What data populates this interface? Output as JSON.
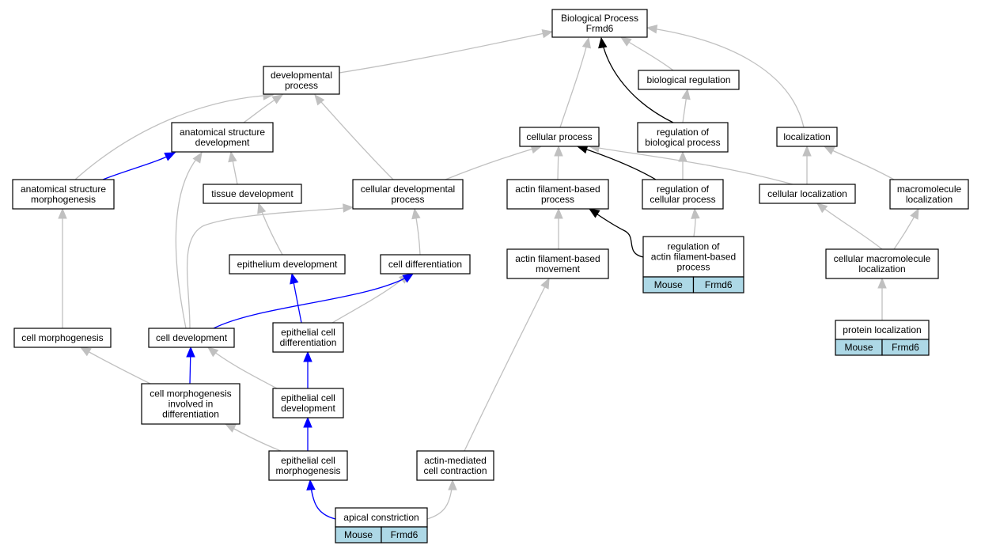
{
  "graph": {
    "colors": {
      "is_a": "#c0c0c0",
      "part_of": "#0000ff",
      "regulates": "#000000",
      "annotation_bg": "#add8e6"
    },
    "nodes": {
      "bp": [
        "Biological Process",
        "Frmd6"
      ],
      "dev": [
        "developmental",
        "process"
      ],
      "biolreg": [
        "biological regulation"
      ],
      "asd": [
        "anatomical structure",
        "development"
      ],
      "cellproc": [
        "cellular process"
      ],
      "regbio": [
        "regulation of",
        "biological process"
      ],
      "loc": [
        "localization"
      ],
      "asm": [
        "anatomical structure",
        "morphogenesis"
      ],
      "tissue": [
        "tissue development"
      ],
      "celldevproc": [
        "cellular developmental",
        "process"
      ],
      "actinproc": [
        "actin filament-based",
        "process"
      ],
      "regcell": [
        "regulation of",
        "cellular process"
      ],
      "cellloc": [
        "cellular localization"
      ],
      "macroloc": [
        "macromolecule",
        "localization"
      ],
      "epidev": [
        "epithelium development"
      ],
      "celldiff": [
        "cell differentiation"
      ],
      "actinmove": [
        "actin filament-based",
        "movement"
      ],
      "regactin": [
        "regulation of",
        "actin filament-based",
        "process"
      ],
      "cellmacroloc": [
        "cellular macromolecule",
        "localization"
      ],
      "cellmorph": [
        "cell morphogenesis"
      ],
      "celldev": [
        "cell development"
      ],
      "epicelldiff": [
        "epithelial cell",
        "differentiation"
      ],
      "protloc": [
        "protein localization"
      ],
      "cmid": [
        "cell morphogenesis",
        "involved in",
        "differentiation"
      ],
      "epicelldev": [
        "epithelial cell",
        "development"
      ],
      "epicellmorph": [
        "epithelial cell",
        "morphogenesis"
      ],
      "actincontr": [
        "actin-mediated",
        "cell contraction"
      ],
      "apical": [
        "apical constriction"
      ]
    },
    "annotations": {
      "regactin": [
        "Mouse",
        "Frmd6"
      ],
      "protloc": [
        "Mouse",
        "Frmd6"
      ],
      "apical": [
        "Mouse",
        "Frmd6"
      ]
    }
  }
}
